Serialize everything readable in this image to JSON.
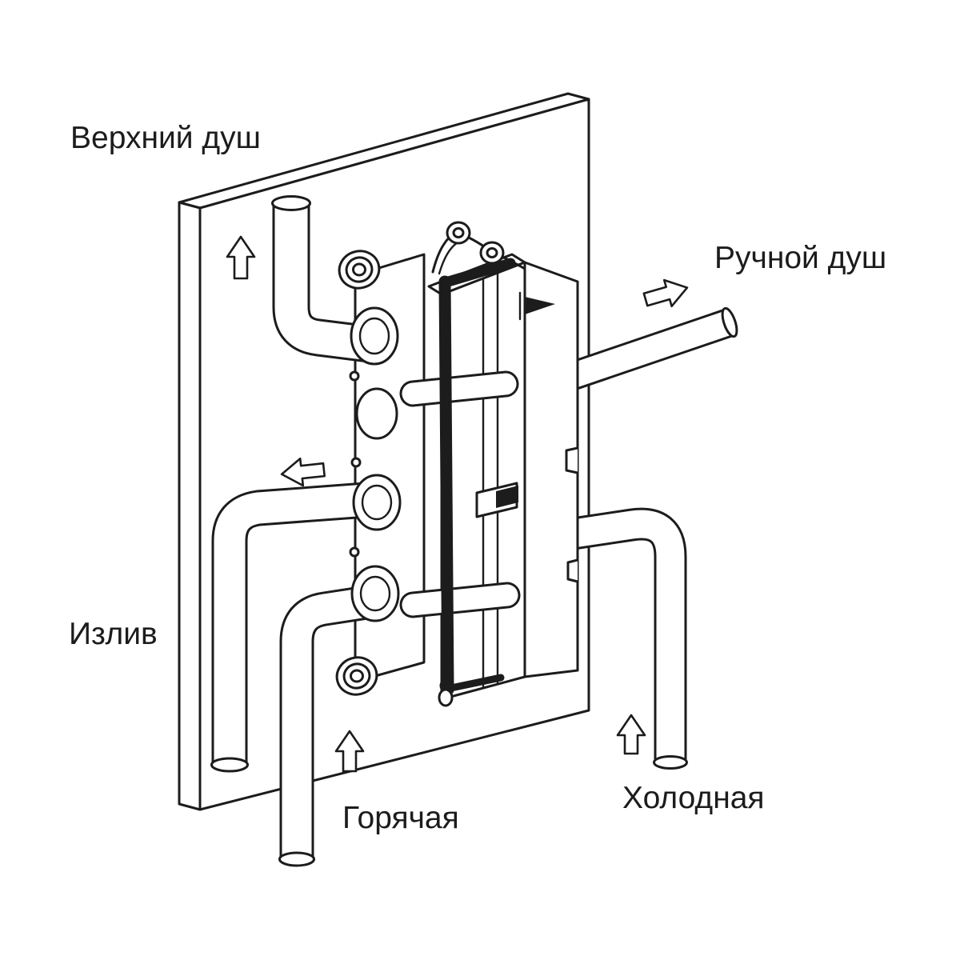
{
  "style": {
    "background": "#ffffff",
    "line_color": "#1c1c1c"
  },
  "labels": {
    "top_shower": "Верхний душ",
    "hand_shower": "Ручной душ",
    "spout": "Излив",
    "hot": "Горячая",
    "cold": "Холодная"
  }
}
